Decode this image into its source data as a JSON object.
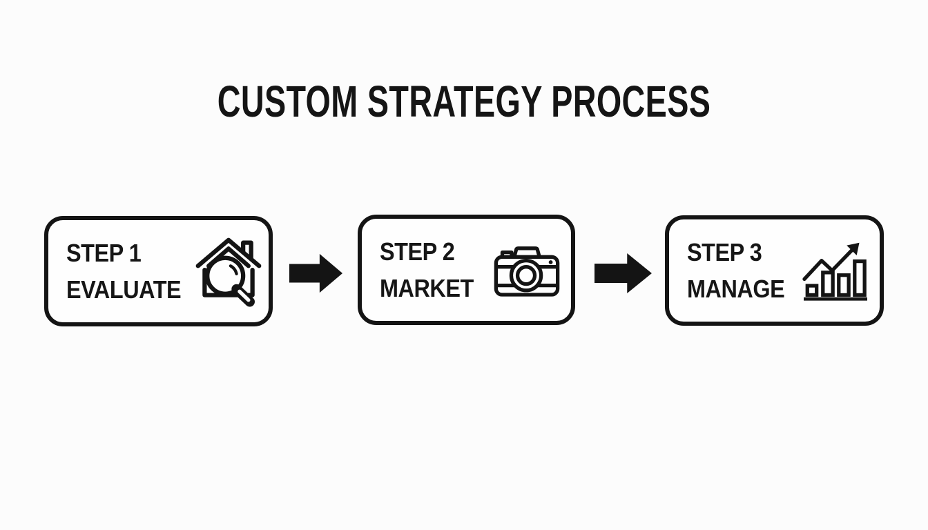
{
  "title": "CUSTOM STRATEGY PROCESS",
  "colors": {
    "background": "#fcfcfc",
    "card_background": "#fefefe",
    "ink": "#141414",
    "text": "#161616"
  },
  "steps": [
    {
      "step_label": "STEP 1",
      "action_label": "EVALUATE",
      "icon": "house-search-icon"
    },
    {
      "step_label": "STEP 2",
      "action_label": "MARKET",
      "icon": "camera-icon"
    },
    {
      "step_label": "STEP 3",
      "action_label": "MANAGE",
      "icon": "growth-chart-icon"
    }
  ],
  "connectors": [
    {
      "icon": "right-block-arrow-icon"
    },
    {
      "icon": "right-block-arrow-icon"
    }
  ]
}
